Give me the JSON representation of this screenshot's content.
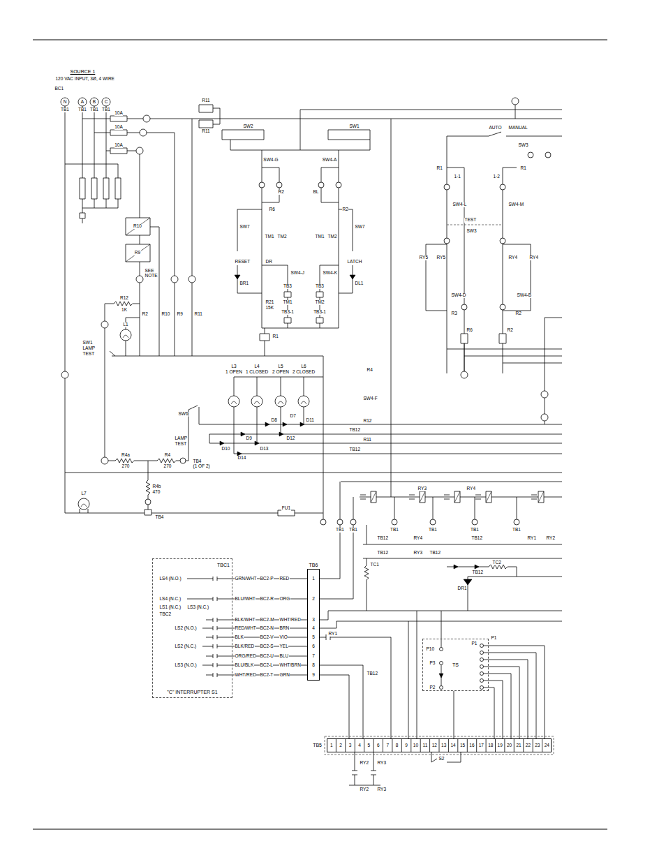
{
  "diagram": {
    "nodes": [
      {
        "text": [
          "TBC1",
          "\"C\" INTERRUPTER S1"
        ]
      },
      {
        "text": [
          "TB6"
        ]
      },
      {
        "text": [
          "TS"
        ]
      },
      {
        "text": [
          "TB5"
        ]
      }
    ],
    "edges": [
      {
        "from": 0,
        "to": 1,
        "arrow": "none",
        "label": "GRN/WHT"
      },
      {
        "from": 0,
        "to": 1,
        "arrow": "none",
        "label": "BLU/WHT"
      },
      {
        "from": 0,
        "to": 1,
        "arrow": "none",
        "label": "BLK/WHT"
      },
      {
        "from": 0,
        "to": 1,
        "arrow": "none",
        "label": "RED/WHT"
      },
      {
        "from": 0,
        "to": 1,
        "arrow": "none",
        "label": "BLK"
      },
      {
        "from": 0,
        "to": 1,
        "arrow": "none",
        "label": "BLK/RED"
      },
      {
        "from": 0,
        "to": 1,
        "arrow": "none",
        "label": "ORG/RED"
      },
      {
        "from": 0,
        "to": 1,
        "arrow": "none",
        "label": "BLU/BLK"
      },
      {
        "from": 0,
        "to": 1,
        "arrow": "none",
        "label": "WHT/RED"
      },
      {
        "from": 2,
        "to": 3,
        "arrow": "none"
      }
    ],
    "labels": [
      "SOURCE 1",
      "120 VAC INPUT, 3Ø, 4 WIRE",
      "BC1",
      "N",
      "A",
      "B",
      "C",
      "TB1",
      "TB1",
      "TB1",
      "TB1",
      "10A",
      "10A",
      "10A",
      "R11",
      "R11",
      "SW2",
      "SW1",
      "SW4-G",
      "SW4-A",
      "R2",
      "BL",
      "R6",
      "R2",
      "SW7",
      "SW7",
      "TM1",
      "TM2",
      "TM1",
      "TM2",
      "RESET",
      "DR",
      "SW4-J",
      "SW4-K",
      "LATCH",
      "BR1",
      "DL1",
      "TB3",
      "TB3",
      "R21",
      "15K",
      "TM1",
      "TM2",
      "TB3-1",
      "TB3-1",
      "R1",
      "AUTO",
      "MANUAL",
      "SW3",
      "R1",
      "R1",
      "1-1",
      "1-2",
      "SW4-L",
      "SW4-M",
      "TEST",
      "SW3",
      "RY5",
      "RY5",
      "RY4",
      "RY4",
      "SW4-D",
      "SW4-B",
      "R3",
      "R2",
      "R6",
      "R2",
      "L1",
      "R10",
      "R9",
      "SEE",
      "NOTE",
      "R12",
      "1K",
      "R2",
      "R10",
      "R9",
      "R11",
      "SW1",
      "LAMP",
      "TEST",
      "L3",
      "1 OPEN",
      "L4",
      "1 CLOSED",
      "L5",
      "2 OPEN",
      "L6",
      "2 CLOSED",
      "SW6",
      "LAMP",
      "TEST",
      "D8",
      "D7",
      "D11",
      "D9",
      "D12",
      "D10",
      "D13",
      "D14",
      "R4a",
      "270",
      "R4",
      "270",
      "R4b",
      "470",
      "TB4",
      "(1 OF 2)",
      "L7",
      "TB4",
      "FU1",
      "R4",
      "SW4-F",
      "R12",
      "TB12",
      "R11",
      "TB12",
      "RY3",
      "RY4",
      "TB1",
      "TB1",
      "TB1",
      "TB1",
      "TB1",
      "TB1",
      "TB12",
      "RY4",
      "TB12",
      "RY1",
      "RY2",
      "TB12",
      "RY3",
      "TB12",
      "TC1",
      "TC2",
      "TB12",
      "DR1",
      "LS4 (N.O.)",
      "LS4 (N.C.)",
      "LS1 (N.C.)",
      "LS3 (N.C.)",
      "TBC2",
      "LS2 (N.O.)",
      "LS2 (N.C.)",
      "LS3 (N.O.)",
      "BC2-P",
      "BC2-R",
      "BC2-M",
      "BC2-N",
      "BC2-V",
      "BC2-S",
      "BC2-U",
      "BC2-L",
      "BC2-T",
      "RED",
      "ORG",
      "WHT/RED",
      "BRN",
      "VIO",
      "YEL",
      "BLU",
      "WHT/BRN",
      "GRN",
      "1",
      "2",
      "3",
      "4",
      "5",
      "6",
      "7",
      "8",
      "9",
      "RY1",
      "TB12",
      "P10",
      "P1",
      "P1",
      "P3",
      "P2",
      "1",
      "2",
      "3",
      "4",
      "5",
      "6",
      "7",
      "8",
      "9",
      "10",
      "11",
      "12",
      "13",
      "14",
      "15",
      "16",
      "17",
      "18",
      "19",
      "20",
      "21",
      "22",
      "23",
      "24",
      "RY2",
      "RY3",
      "RY2",
      "RY3",
      "S2"
    ]
  }
}
